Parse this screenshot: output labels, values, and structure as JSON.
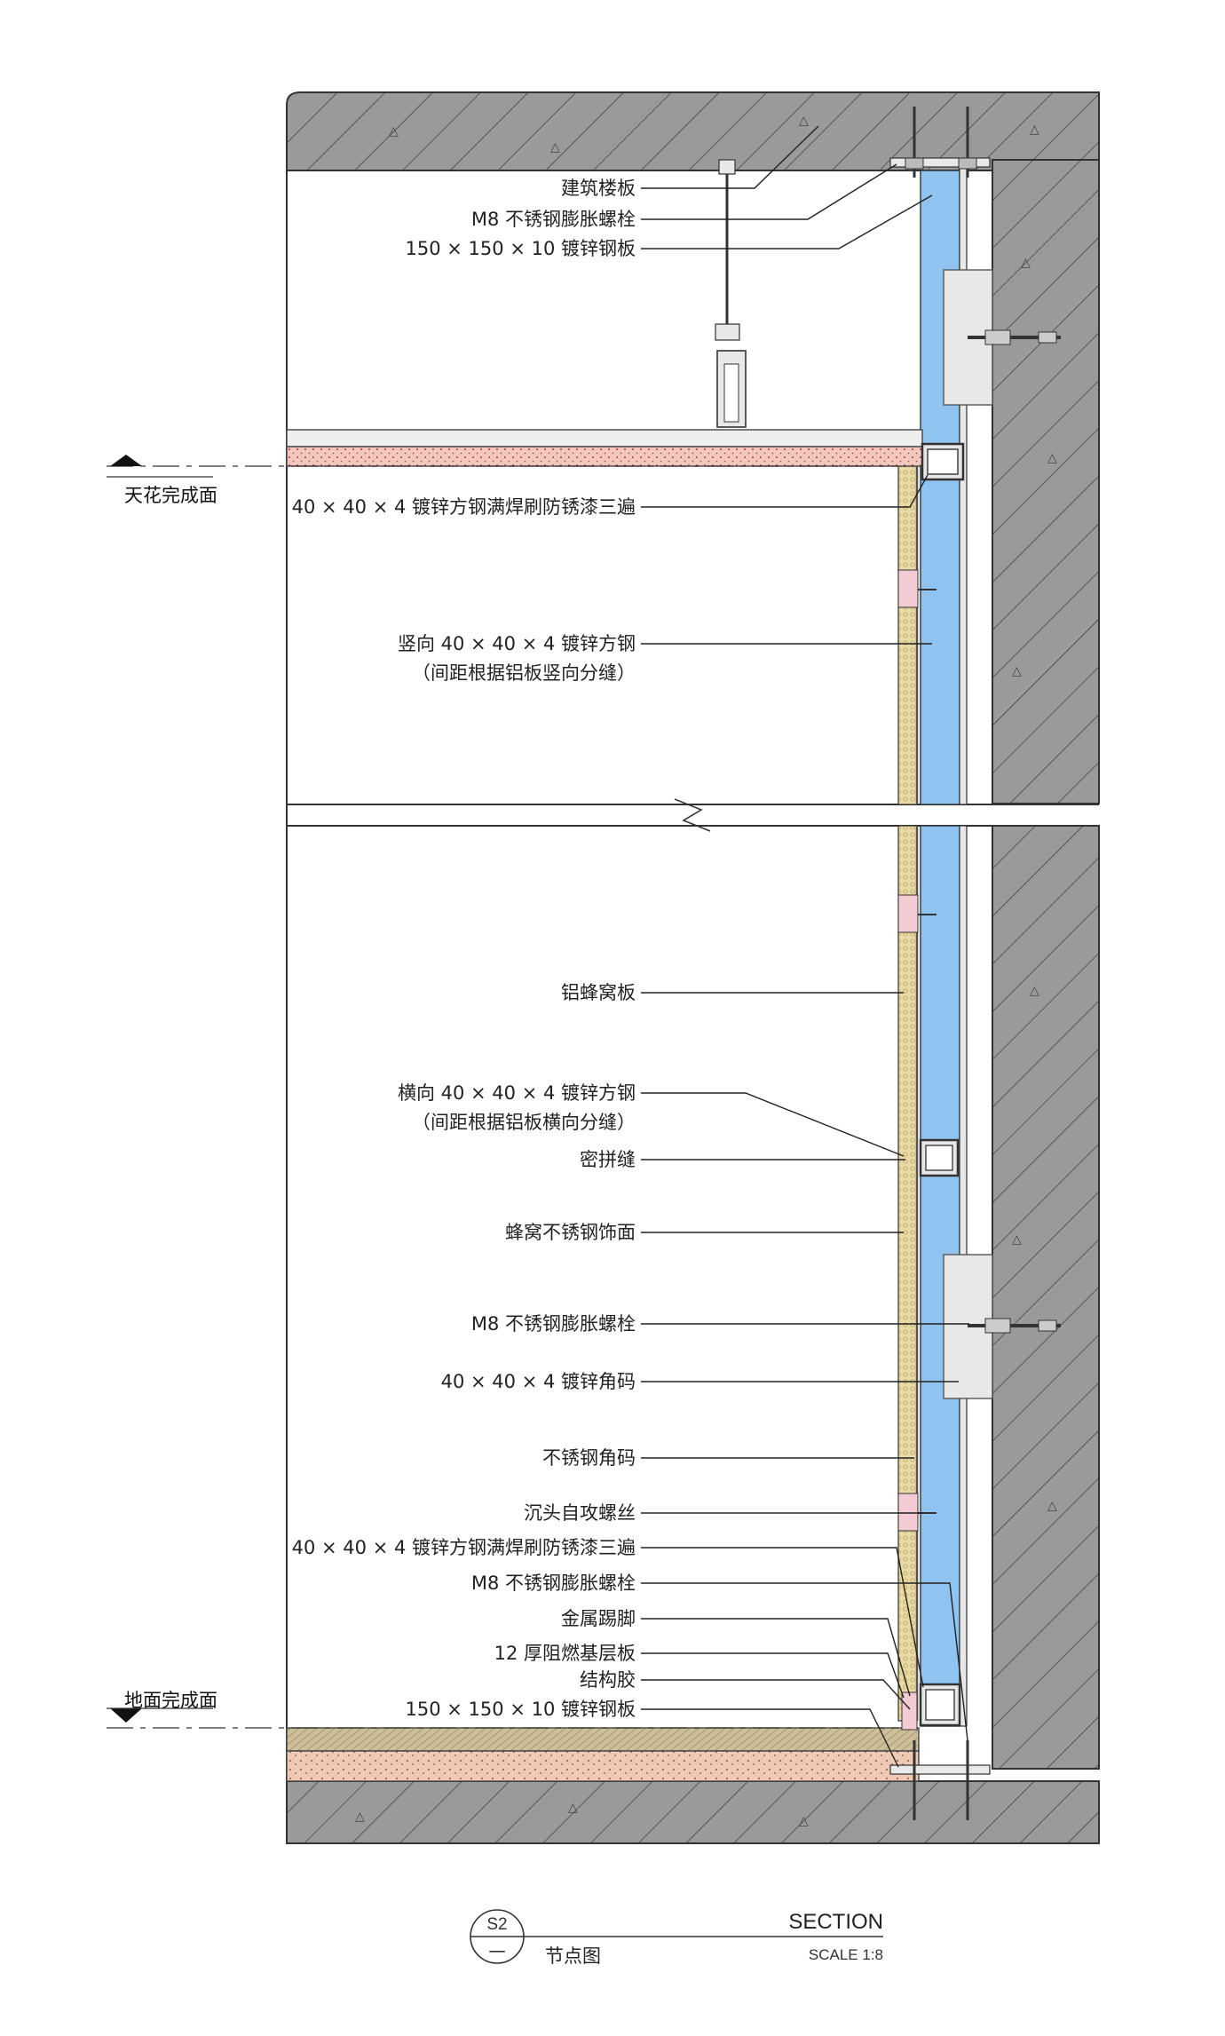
{
  "annotations": [
    "建筑楼板",
    "M8 不锈钢膨胀螺栓",
    "150 × 150 × 10 镀锌钢板",
    "40 × 40 × 4 镀锌方钢满焊刷防锈漆三遍",
    "竖向 40 × 40 × 4 镀锌方钢",
    "（间距根据铝板竖向分缝）",
    "铝蜂窝板",
    "横向 40 × 40 × 4 镀锌方钢",
    "（间距根据铝板横向分缝）",
    "密拼缝",
    "蜂窝不锈钢饰面",
    "M8 不锈钢膨胀螺栓",
    "40 × 40 × 4 镀锌角码",
    "不锈钢角码",
    "沉头自攻螺丝",
    "40 × 40 × 4 镀锌方钢满焊刷防锈漆三遍",
    "M8 不锈钢膨胀螺栓",
    "金属踢脚",
    "12 厚阻燃基层板",
    "结构胶",
    "150 × 150 × 10 镀锌钢板"
  ],
  "levels": {
    "ceiling": "天花完成面",
    "floor": "地面完成面"
  },
  "title_block": {
    "code_top": "S2",
    "code_bottom": "一",
    "name": "节点图",
    "type": "SECTION",
    "scale": "SCALE 1:8"
  },
  "colors": {
    "concrete": "#9a9a9a",
    "cavity": "#8fc3f0",
    "honeycomb": "#e9d9a4",
    "insulation": "#f2c7bd",
    "screed": "#f0c9b4",
    "steel": "#e8e8e8"
  }
}
